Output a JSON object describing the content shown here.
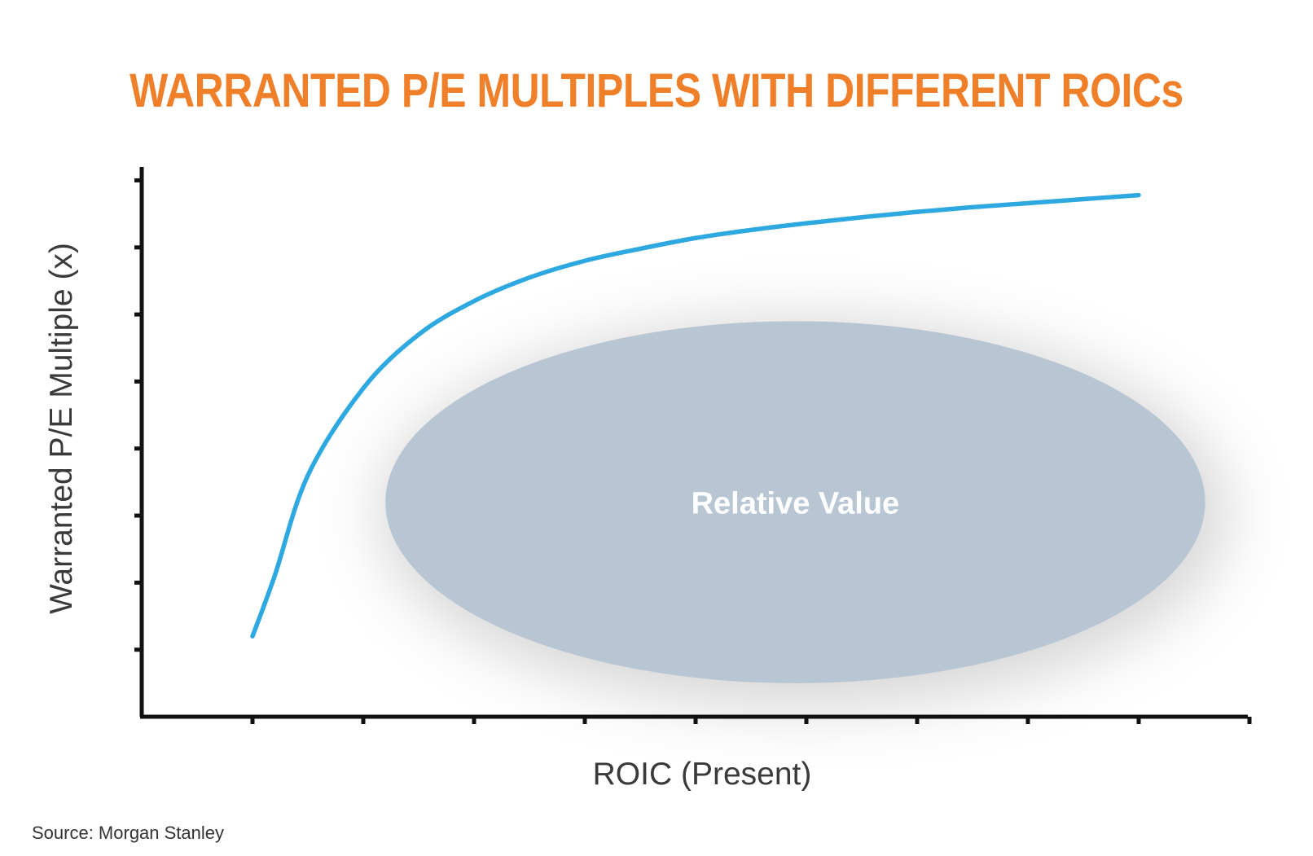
{
  "chart_data": {
    "type": "line",
    "title": "WARRANTED P/E MULTIPLES WITH DIFFERENT ROICs",
    "xlabel": "ROIC (Present)",
    "ylabel": "Warranted P/E Multiple (x)",
    "x_tick_count": 10,
    "y_tick_count": 8,
    "x_tick_labels": [],
    "y_tick_labels": [],
    "xlim": [
      0,
      10
    ],
    "ylim": [
      0,
      8.2
    ],
    "grid": false,
    "series": [
      {
        "color": "#2ea8e0",
        "x": [
          1.0,
          1.2,
          1.5,
          2.0,
          2.5,
          3.0,
          3.5,
          4.0,
          4.5,
          5.0,
          5.5,
          6.0,
          6.5,
          7.0,
          7.5,
          8.0,
          8.5,
          9.0
        ],
        "y": [
          1.2,
          2.1,
          3.6,
          4.9,
          5.7,
          6.2,
          6.55,
          6.8,
          6.98,
          7.14,
          7.26,
          7.36,
          7.45,
          7.53,
          7.6,
          7.66,
          7.72,
          7.78
        ]
      }
    ],
    "annotations": [
      {
        "text": "Relative Value",
        "shape": "ellipse",
        "x_center": 5.9,
        "y_center": 3.2,
        "x_radius": 3.7,
        "y_radius": 2.7,
        "fill": "#b8c6d4"
      }
    ]
  },
  "footer": {
    "source": "Source: Morgan Stanley"
  },
  "colors": {
    "title": "#f07f2a",
    "curve": "#2ea8e0",
    "ellipse": "#b8c6d4",
    "axis": "#111111",
    "ellipse_text": "#ffffff"
  }
}
